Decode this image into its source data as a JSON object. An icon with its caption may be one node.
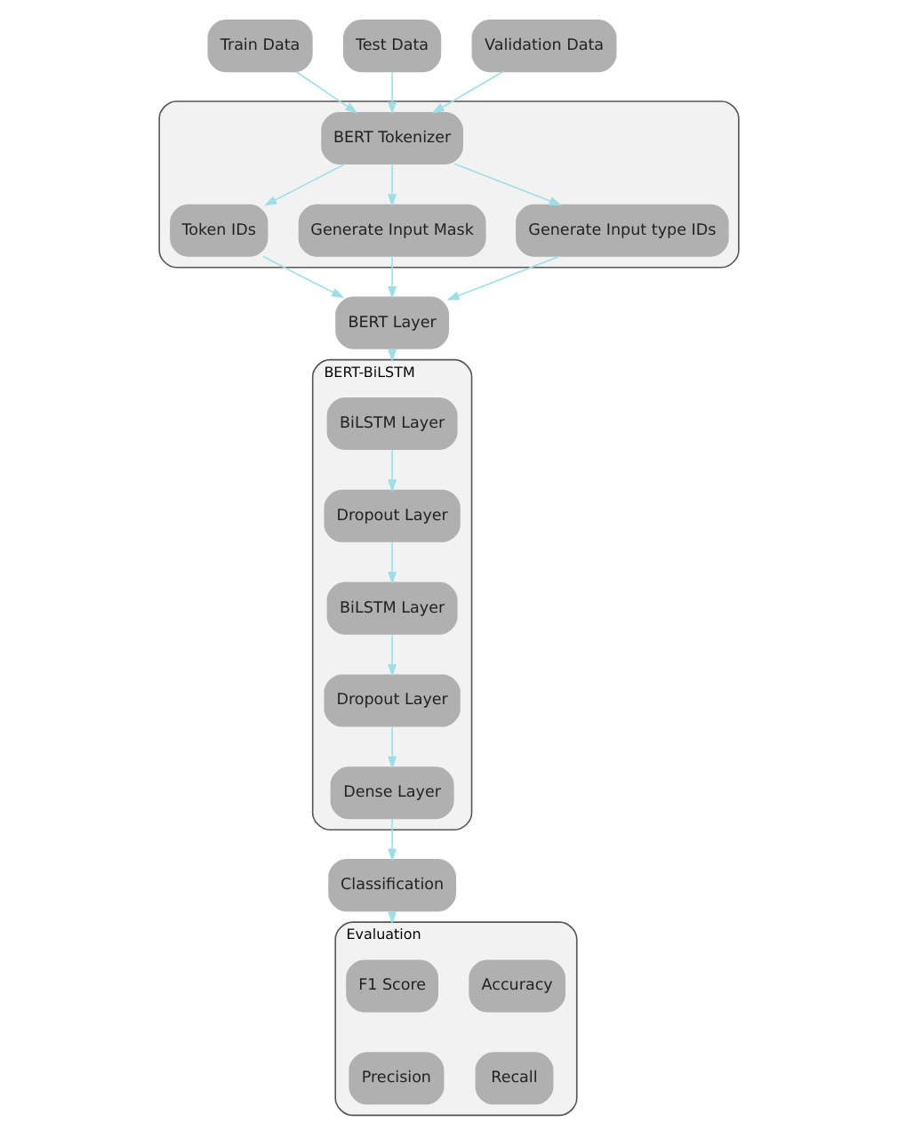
{
  "diagram": {
    "nodes": [
      {
        "text": [],
        "shape": "box"
      },
      {
        "text": [
          "Token IDs"
        ],
        "in": 0
      },
      {
        "text": [
          "Generate Input Mask"
        ],
        "in": 0
      },
      {
        "text": [
          "Generate Input type IDs"
        ],
        "in": 0
      },
      {
        "text": [
          "BERT Tokenizer"
        ],
        "in": 0
      },
      {
        "text": [
          "Train Data"
        ]
      },
      {
        "text": [
          "Test Data"
        ]
      },
      {
        "text": [
          "Validation Data"
        ]
      },
      {
        "text": [
          "BERT Layer"
        ]
      },
      {
        "text": [
          "BERT-BiLSTM"
        ]
      },
      {
        "text": [
          "BiLSTM Layer"
        ],
        "in": 9
      },
      {
        "text": [
          "Dropout Layer"
        ],
        "in": 9
      },
      {
        "text": [
          "BiLSTM Layer"
        ],
        "in": 9
      },
      {
        "text": [
          "Dropout Layer"
        ],
        "in": 9
      },
      {
        "text": [
          "Dense Layer"
        ],
        "in": 9
      },
      {
        "text": [
          "Classification"
        ]
      },
      {
        "text": [
          "Evaluation"
        ]
      },
      {
        "text": [
          "F1 Score"
        ],
        "in": 16
      },
      {
        "text": [
          "Accuracy"
        ],
        "in": 16
      },
      {
        "text": [
          "Precision"
        ],
        "in": 16
      },
      {
        "text": [
          "Recall"
        ],
        "in": 16
      }
    ],
    "edges": [
      {
        "from": 5,
        "to": 4,
        "arrow": "to"
      },
      {
        "from": 6,
        "to": 4,
        "arrow": "to"
      },
      {
        "from": 7,
        "to": 4,
        "arrow": "to"
      },
      {
        "from": 4,
        "to": 1,
        "arrow": "to"
      },
      {
        "from": 4,
        "to": 2,
        "arrow": "to"
      },
      {
        "from": 4,
        "to": 3,
        "arrow": "to"
      },
      {
        "from": 1,
        "to": 8,
        "arrow": "to"
      },
      {
        "from": 2,
        "to": 8,
        "arrow": "to"
      },
      {
        "from": 3,
        "to": 8,
        "arrow": "to"
      },
      {
        "from": 8,
        "to": 9,
        "arrow": "to"
      },
      {
        "from": 10,
        "to": 11,
        "arrow": "to"
      },
      {
        "from": 11,
        "to": 12,
        "arrow": "to"
      },
      {
        "from": 12,
        "to": 13,
        "arrow": "to"
      },
      {
        "from": 13,
        "to": 14,
        "arrow": "to"
      },
      {
        "from": 14,
        "to": 15,
        "arrow": "to"
      },
      {
        "from": 15,
        "to": 16,
        "arrow": "to"
      }
    ]
  }
}
